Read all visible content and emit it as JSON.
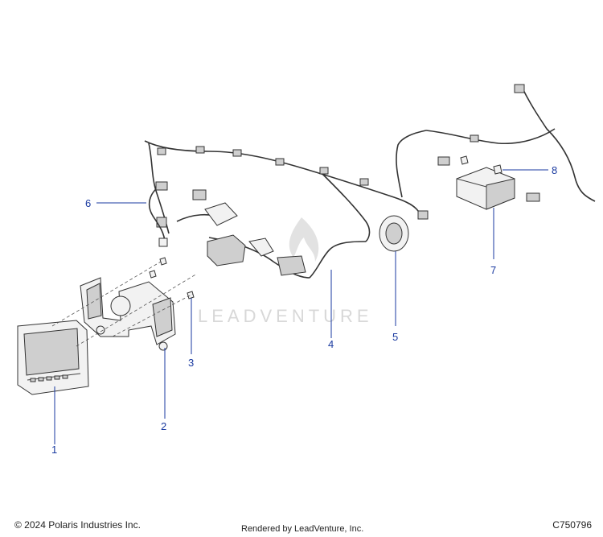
{
  "watermark": "LEADVENTURE",
  "callouts": [
    {
      "id": "1",
      "label": "1"
    },
    {
      "id": "2",
      "label": "2"
    },
    {
      "id": "3",
      "label": "3"
    },
    {
      "id": "4",
      "label": "4"
    },
    {
      "id": "5",
      "label": "5"
    },
    {
      "id": "6",
      "label": "6"
    },
    {
      "id": "7",
      "label": "7"
    },
    {
      "id": "8",
      "label": "8"
    }
  ],
  "footer": {
    "copyright": "© 2024 Polaris Industries Inc.",
    "rendered_by": "Rendered by LeadVenture, Inc.",
    "catalog_number": "C750796"
  },
  "colors": {
    "callout": "#1a3aa0",
    "line_art": "#333333",
    "watermark": "#d8d8d8"
  }
}
